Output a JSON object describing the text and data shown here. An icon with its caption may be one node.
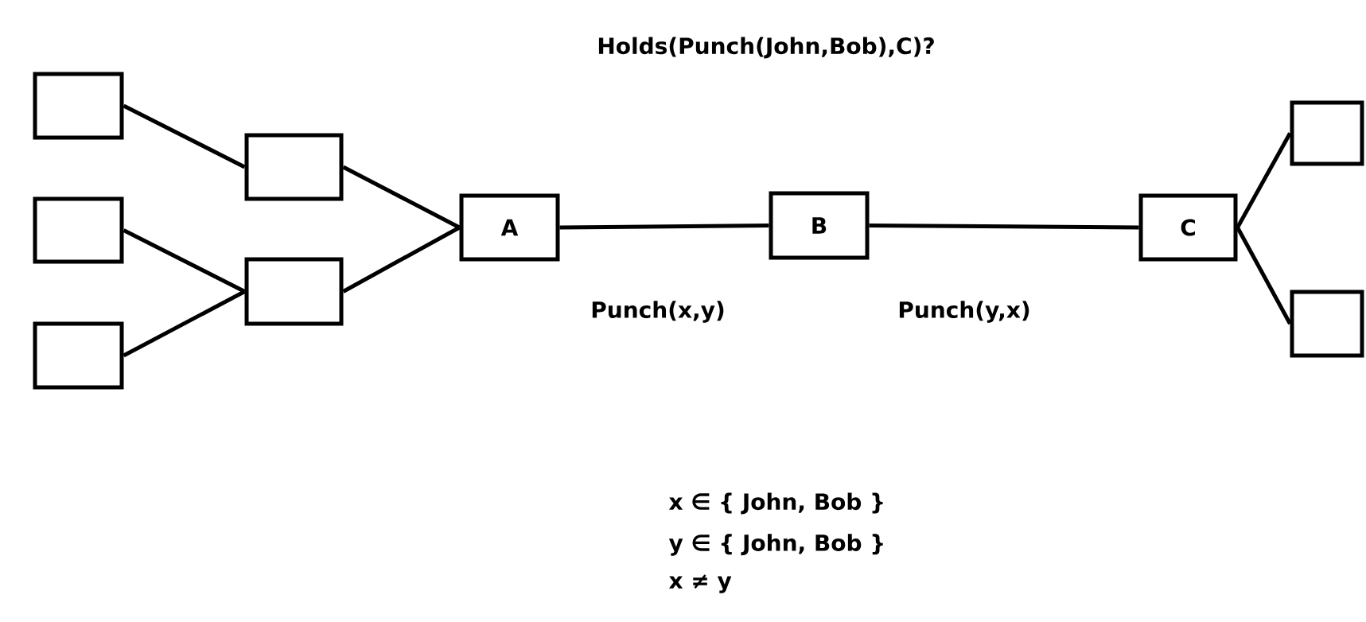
{
  "diagram": {
    "title": "Holds(Punch(John,Bob),C)?",
    "nodes": [
      {
        "text": [],
        "shape": "box"
      },
      {
        "text": [],
        "shape": "box"
      },
      {
        "text": [],
        "shape": "box"
      },
      {
        "text": [],
        "shape": "box"
      },
      {
        "text": [],
        "shape": "box"
      },
      {
        "text": [
          "A"
        ]
      },
      {
        "text": [
          "B"
        ]
      },
      {
        "text": [
          "C"
        ]
      },
      {
        "text": [],
        "shape": "box"
      },
      {
        "text": [],
        "shape": "box"
      }
    ],
    "edges": [
      {
        "from": 0,
        "to": 3,
        "arrow": "none"
      },
      {
        "from": 1,
        "to": 4,
        "arrow": "none"
      },
      {
        "from": 2,
        "to": 4,
        "arrow": "none"
      },
      {
        "from": 3,
        "to": 5,
        "arrow": "none"
      },
      {
        "from": 4,
        "to": 5,
        "arrow": "none"
      },
      {
        "from": 5,
        "to": 6,
        "arrow": "none",
        "label": "Punch(x,y)"
      },
      {
        "from": 6,
        "to": 7,
        "arrow": "none",
        "label": "Punch(y,x)"
      },
      {
        "from": 7,
        "to": 8,
        "arrow": "none"
      },
      {
        "from": 7,
        "to": 9,
        "arrow": "none"
      }
    ],
    "labels": [
      "x ∈ { John, Bob }",
      "y ∈ { John, Bob }",
      "x ≠ y"
    ]
  }
}
